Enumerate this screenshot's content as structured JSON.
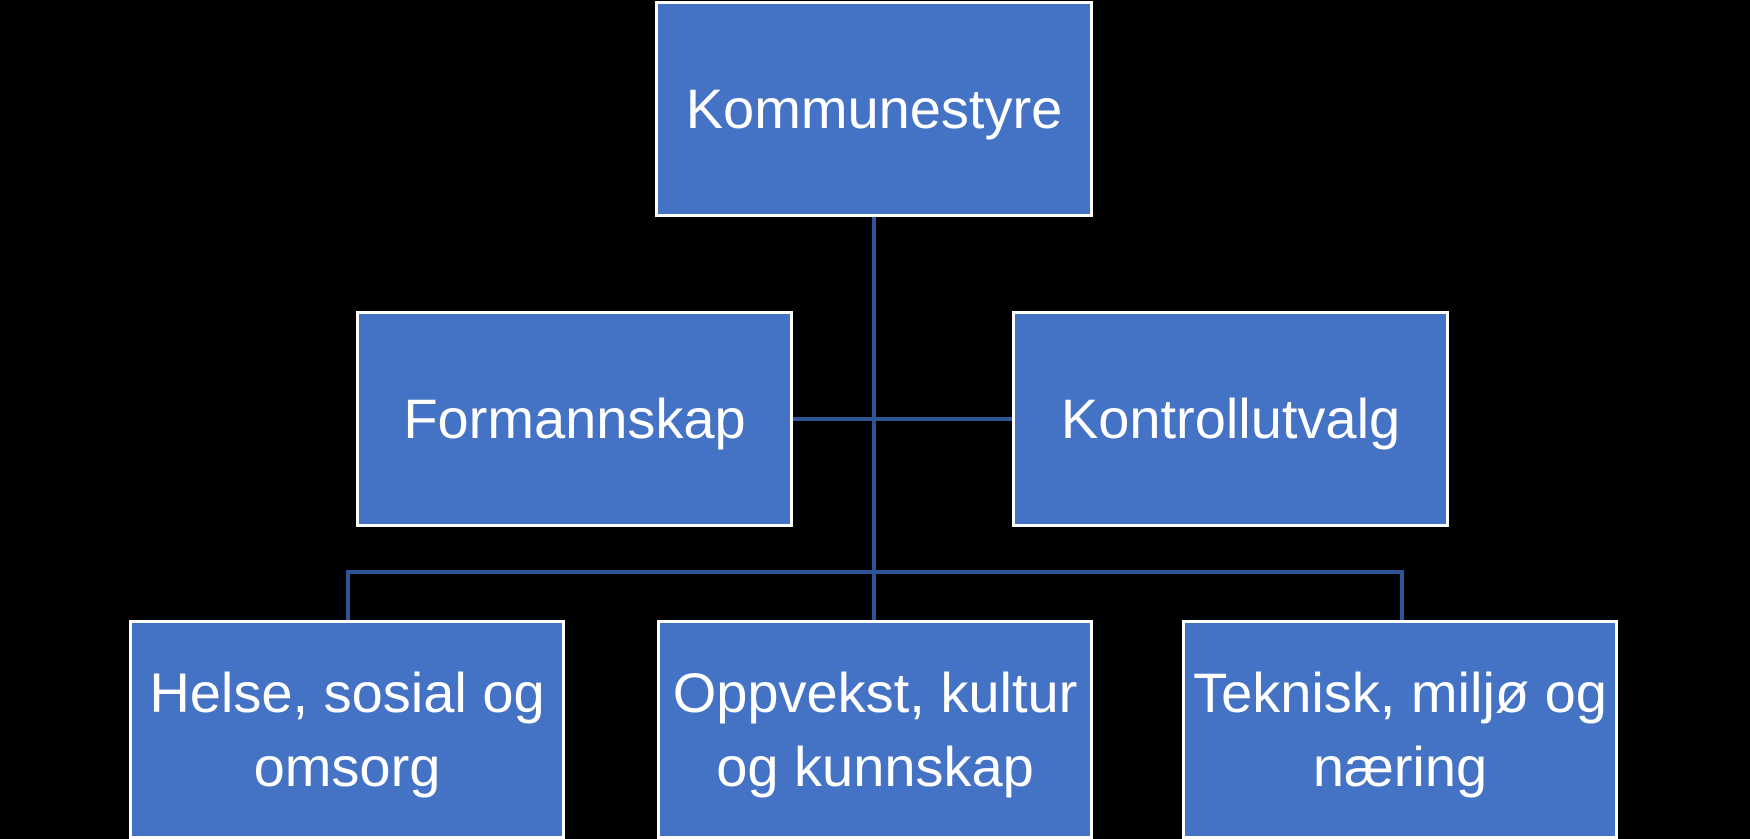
{
  "diagram": {
    "type": "org-chart",
    "background_color": "#000000",
    "node_fill_color": "#4472C4",
    "node_border_color": "#FFFFFF",
    "connector_color": "#2F5597",
    "text_color": "#FFFFFF"
  },
  "nodes": [
    {
      "id": "kommunestyre",
      "label": "Kommunestyre",
      "lines": [
        "Kommunestyre"
      ],
      "parent": null
    },
    {
      "id": "formannskap",
      "label": "Formannskap",
      "lines": [
        "Formannskap"
      ],
      "parent": "kommunestyre"
    },
    {
      "id": "kontrollutvalg",
      "label": "Kontrollutvalg",
      "lines": [
        "Kontrollutvalg"
      ],
      "parent": "kommunestyre"
    },
    {
      "id": "helse",
      "label": "Helse, sosial og omsorg",
      "lines": [
        "Helse, sosial og",
        "omsorg"
      ],
      "parent": "kommunestyre"
    },
    {
      "id": "oppvekst",
      "label": "Oppvekst, kultur og kunnskap",
      "lines": [
        "Oppvekst, kultur",
        "og kunnskap"
      ],
      "parent": "kommunestyre"
    },
    {
      "id": "teknisk",
      "label": "Teknisk, miljø og næring",
      "lines": [
        "Teknisk, miljø og",
        "næring"
      ],
      "parent": "kommunestyre"
    }
  ]
}
